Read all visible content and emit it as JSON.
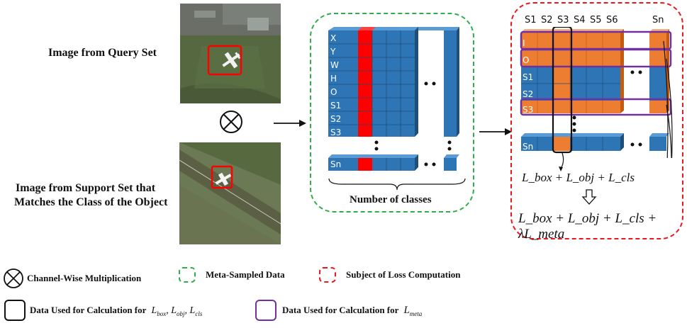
{
  "query_label": "Image from Query Set",
  "support_label_line1": "Image from Support Set that",
  "support_label_line2": "Matches the Class of the Object",
  "meta_box": {
    "rows": [
      "X",
      "Y",
      "W",
      "H",
      "O",
      "S1",
      "S2",
      "S3"
    ],
    "last_row": "Sn",
    "bottom_label": "Number of classes"
  },
  "loss_box": {
    "columns": [
      "S1",
      "S2",
      "S3",
      "S4",
      "S5",
      "S6",
      "Sn"
    ],
    "rows": [
      "I",
      "O",
      "S1",
      "S2",
      "S3"
    ],
    "last_row": "Sn",
    "formula_1": "L_box + L_obj + L_cls",
    "formula_2": "L_box + L_obj + L_cls + λL_meta"
  },
  "legend": {
    "channel_wise": "Channel-Wise Multiplication",
    "meta_sampled": "Meta-Sampled Data",
    "loss_subject": "Subject of Loss Computation",
    "data_calc_prefix_1": "Data Used for Calculation for",
    "data_calc_prefix_2": "Data Used for Calculation for"
  },
  "colors": {
    "blue": "#2e75b6",
    "orange": "#ed7d31",
    "red": "#ff0000",
    "green_dash": "#2ead4a",
    "red_dash": "#e8191e",
    "purple": "#7030a0"
  }
}
